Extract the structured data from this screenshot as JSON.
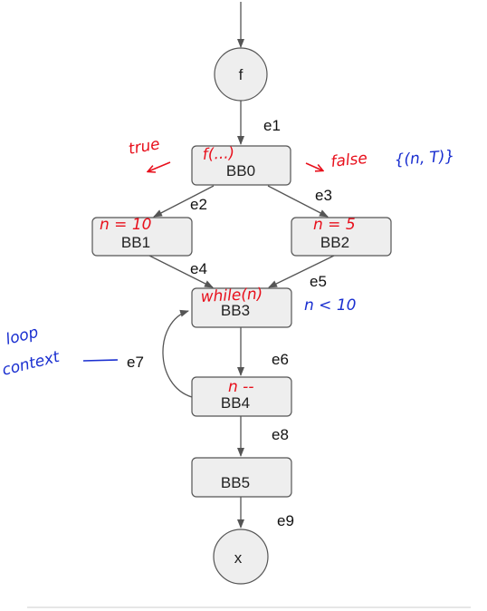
{
  "diagram": {
    "nodes": [
      {
        "id": "f",
        "label": "f",
        "shape": "circle"
      },
      {
        "id": "bb0",
        "label": "BB0",
        "shape": "block"
      },
      {
        "id": "bb1",
        "label": "BB1",
        "shape": "block"
      },
      {
        "id": "bb2",
        "label": "BB2",
        "shape": "block"
      },
      {
        "id": "bb3",
        "label": "BB3",
        "shape": "block"
      },
      {
        "id": "bb4",
        "label": "BB4",
        "shape": "block"
      },
      {
        "id": "bb5",
        "label": "BB5",
        "shape": "block"
      },
      {
        "id": "x",
        "label": "x",
        "shape": "circle"
      }
    ],
    "edges": [
      {
        "id": "e1",
        "label": "e1",
        "from": "f",
        "to": "bb0"
      },
      {
        "id": "e2",
        "label": "e2",
        "from": "bb0",
        "to": "bb1"
      },
      {
        "id": "e3",
        "label": "e3",
        "from": "bb0",
        "to": "bb2"
      },
      {
        "id": "e4",
        "label": "e4",
        "from": "bb1",
        "to": "bb3"
      },
      {
        "id": "e5",
        "label": "e5",
        "from": "bb2",
        "to": "bb3"
      },
      {
        "id": "e6",
        "label": "e6",
        "from": "bb3",
        "to": "bb4"
      },
      {
        "id": "e7",
        "label": "e7",
        "from": "bb4",
        "to": "bb3"
      },
      {
        "id": "e8",
        "label": "e8",
        "from": "bb4",
        "to": "bb5"
      },
      {
        "id": "e9",
        "label": "e9",
        "from": "bb5",
        "to": "x"
      }
    ],
    "annotations": {
      "red": {
        "color": "#e8101c",
        "bb0_cond": "f(...)",
        "true_branch": "true",
        "false_branch": "false",
        "bb1_assign": "n = 10",
        "bb2_assign": "n = 5",
        "bb3_cond": "while(n)",
        "bb4_stmt": "n --"
      },
      "blue": {
        "color": "#1a2fd0",
        "false_fact": "{(n, T)}",
        "e5_fact": "n < 10",
        "loop_line1": "loop",
        "loop_line2": "context"
      }
    }
  }
}
